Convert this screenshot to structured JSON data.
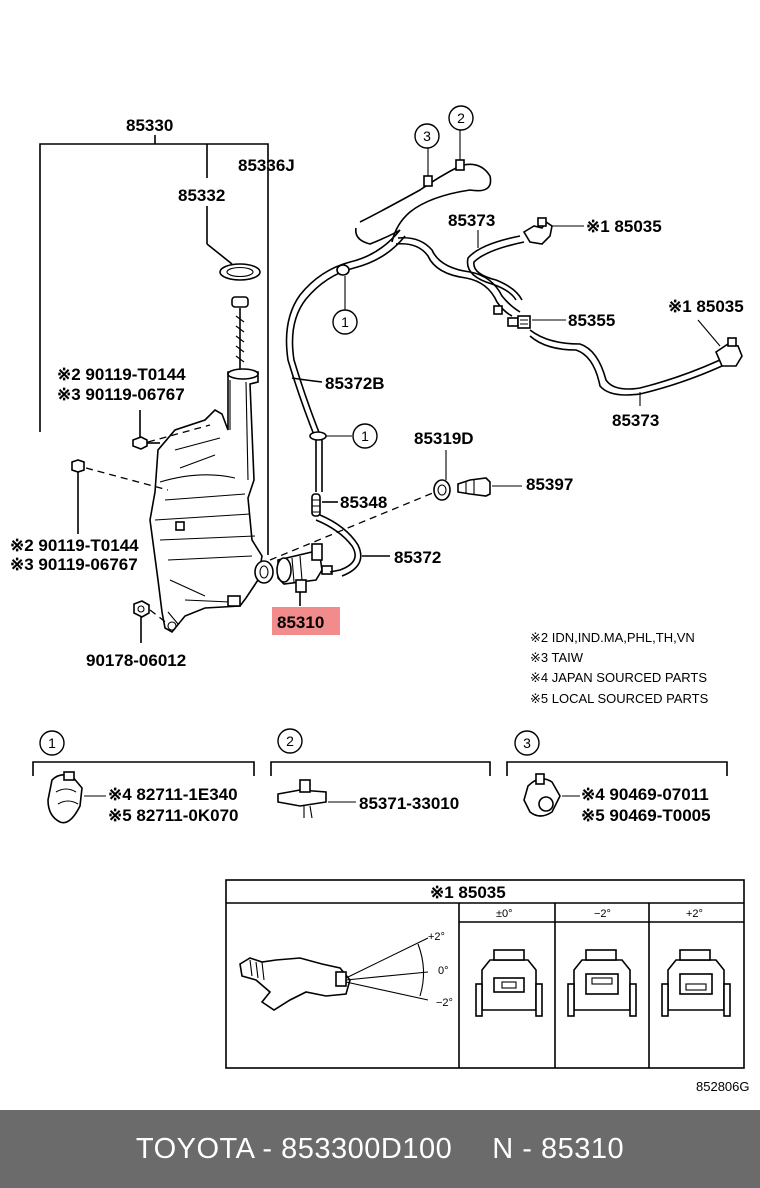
{
  "labels": {
    "p85330": "85330",
    "p85336j": "85336J",
    "p85332": "85332",
    "p85373a": "85373",
    "p85035a": "※1 85035",
    "p85355": "85355",
    "p85035b": "※1 85035",
    "p85372b": "85372B",
    "p85373b": "85373",
    "p85319d": "85319D",
    "p85397": "85397",
    "p85348": "85348",
    "p85372": "85372",
    "p85310": "85310",
    "bolt1_a": "※2 90119-T0144",
    "bolt1_b": "※3 90119-06767",
    "bolt2_a": "※2 90119-T0144",
    "bolt2_b": "※3 90119-06767",
    "p90178": "90178-06012"
  },
  "notes": [
    "※2 IDN,IND.MA,PHL,TH,VN",
    "※3 TAIW",
    "※4 JAPAN SOURCED PARTS",
    "※5 LOCAL SOURCED PARTS"
  ],
  "callouts": {
    "c1": "1",
    "c2": "2",
    "c3": "3"
  },
  "clips": {
    "g1_a": "※4 82711-1E340",
    "g1_b": "※5 82711-0K070",
    "g2": "85371-33010",
    "g3_a": "※4 90469-07011",
    "g3_b": "※5 90469-T0005"
  },
  "adjust_table": {
    "title": "※1 85035",
    "columns": [
      "±0°",
      "−2°",
      "+2°"
    ],
    "angles": [
      "+2°",
      "0°",
      "−2°"
    ]
  },
  "diagram_code": "852806G",
  "footer": {
    "left": "TOYOTA - 853300D100",
    "right": "N - 85310"
  },
  "colors": {
    "highlight": "#f28b8b",
    "footer_bg": "#6b6b6b"
  }
}
